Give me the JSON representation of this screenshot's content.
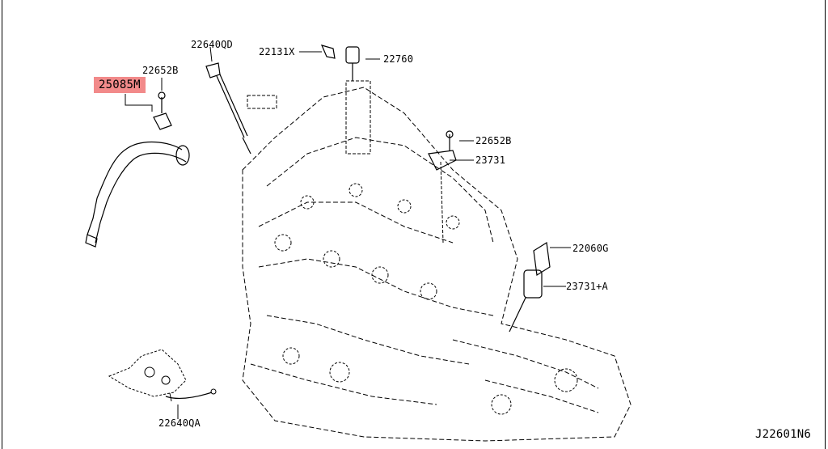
{
  "diagram": {
    "highlight_color": "#f28a8a",
    "line_color": "#000000",
    "parts": [
      {
        "id": "p1",
        "code": "22640QD"
      },
      {
        "id": "p2",
        "code": "22131X"
      },
      {
        "id": "p3",
        "code": "22760"
      },
      {
        "id": "p4",
        "code": "22652B"
      },
      {
        "id": "p5",
        "code": "25085M",
        "highlighted": true
      },
      {
        "id": "p6",
        "code": "22652B"
      },
      {
        "id": "p7",
        "code": "23731"
      },
      {
        "id": "p8",
        "code": "22060G"
      },
      {
        "id": "p9",
        "code": "23731+A"
      },
      {
        "id": "p10",
        "code": "22640QA"
      }
    ],
    "figure_id": "J22601N6"
  }
}
